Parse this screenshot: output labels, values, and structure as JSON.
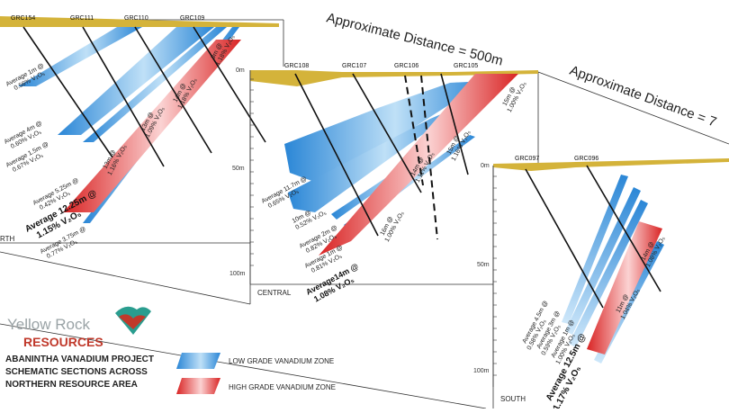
{
  "distances": {
    "first": "Approximate Distance = 500m",
    "second": "Approximate Distance = 7"
  },
  "sections": {
    "north": {
      "label": "RTH",
      "holes": [
        "GRC154",
        "GRC111",
        "GRC110",
        "GRC109"
      ],
      "intercepts": {
        "a": "Average 1m @",
        "a2": "0.56% V₂O₅",
        "b": "Average 4m @",
        "b2": "0.60% V₂O₅",
        "c": "Average 1.5m @",
        "c2": "0.67% V₂O₅",
        "d": "Average 5.25m @",
        "d2": "0.42% V₂O₅",
        "e": "Average 12.25m @",
        "e2": "1.15% V₂O₅",
        "f": "Average 3.75m @",
        "f2": "0.77% V₂O₅",
        "g": "13m @",
        "g2": "1.16% V₂O₅",
        "h": "13m @",
        "h2": "1.09% V₂O₅",
        "i": "14m @",
        "i2": "1.18% V₂O₅",
        "j": "9m @",
        "j2": "1.18% V₂O₅"
      }
    },
    "central": {
      "label": "CENTRAL",
      "holes": [
        "GRC108",
        "GRC107",
        "GRC106",
        "GRC105"
      ],
      "depths": [
        "0m",
        "50m",
        "100m"
      ],
      "intercepts": {
        "a": "Average 11.7m @",
        "a2": "0.65% V₂O₅",
        "b": "10m @",
        "b2": "0.52% V₂O₅",
        "c": "Average 2m @",
        "c2": "0.82% V₂O₅",
        "d": "Average 1m @",
        "d2": "0.81% V₂O₅",
        "e": "Average14m @",
        "e2": "1.08% V₂O₅",
        "f": "16m @",
        "f2": "1.00% V₂O₅",
        "g": "14m @",
        "g2": "1.11% V₂O₅",
        "h": "15m @",
        "h2": "1.16% V₂O₅",
        "i": "15m @",
        "i2": "1.00% V₂O₅"
      }
    },
    "south": {
      "label": "SOUTH",
      "holes": [
        "GRC097",
        "GRC096"
      ],
      "depths": [
        "0m",
        "50m",
        "100m"
      ],
      "intercepts": {
        "a": "Average 4.5m @",
        "a2": "0.58% V₂O₅",
        "b": "Average 3m @",
        "b2": "0.59% V₂O₅",
        "c": "Average 1m @",
        "c2": "1.00% V₂O₅",
        "d": "Average 12.5m @",
        "d2": "1.17% V₂O₅",
        "e": "11m @",
        "e2": "1.04% V₂O₅",
        "f": "14m @",
        "f2": "1.08% V₂O₅"
      }
    }
  },
  "logo": {
    "line1": "Yellow Rock",
    "line2": "RESOURCES",
    "line1_color": "#9aa3a6",
    "line2_color": "#c0392b",
    "mark_colors": [
      "#2a9d8f",
      "#c0392b"
    ]
  },
  "project_title": {
    "line1": "ABANINTHA VANADIUM PROJECT",
    "line2": "SCHEMATIC SECTIONS ACROSS",
    "line3": "NORTHERN RESOURCE AREA"
  },
  "legend": {
    "low": "LOW GRADE VANADIUM ZONE",
    "high": "HIGH GRADE VANADIUM ZONE",
    "low_color": "#3a9be0",
    "high_color": "#e03a3a"
  },
  "colors": {
    "surface": "#d4b33a",
    "hole": "#111111"
  }
}
